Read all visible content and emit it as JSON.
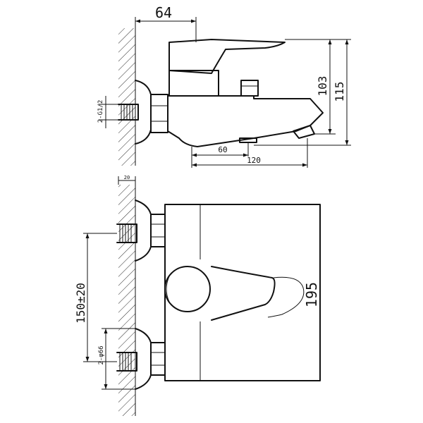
{
  "top_view": {
    "dim_depth": "64",
    "dim_height_spout": "103",
    "dim_height_total": "115",
    "dim_spout_reach": "60",
    "dim_total_length": "120",
    "thread_label": "2-G1/2"
  },
  "front_view": {
    "dim_wall_offset": "20",
    "dim_center_distance": "150±20",
    "dim_body_height": "195",
    "flange_label": "2-φ66"
  }
}
